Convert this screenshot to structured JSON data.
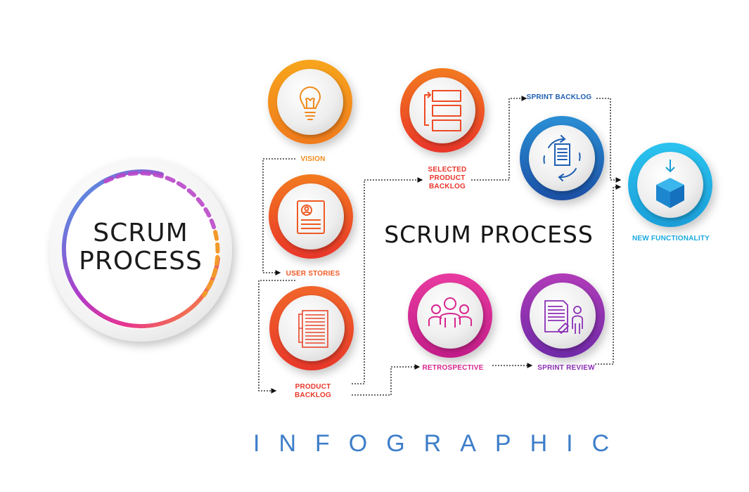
{
  "hero": {
    "title_line1": "SCRUM",
    "title_line2": "PROCESS"
  },
  "center_title": "SCRUM PROCESS",
  "steps": {
    "vision": "VISION",
    "user_stories": "USER STORIES",
    "product_backlog_1": "PRODUCT",
    "product_backlog_2": "BACKLOG",
    "selected_1": "SELECTED",
    "selected_2": "PRODUCT",
    "selected_3": "BACKLOG",
    "sprint_backlog": "SPRINT BACKLOG",
    "new_functionality": "NEW FUNCTIONALITY",
    "retrospective": "RETROSPECTIVE",
    "sprint_review": "SPRINT REVIEW"
  },
  "footer": "INFOGRAPHIC",
  "icons": {
    "vision": "lightbulb-icon",
    "user_stories": "user-profile-document-icon",
    "product_backlog": "list-document-icon",
    "selected_product_backlog": "stacked-blocks-icon",
    "sprint_backlog": "document-cycle-icon",
    "new_functionality": "box-download-icon",
    "retrospective": "team-icon",
    "sprint_review": "review-document-person-icon"
  },
  "colors": {
    "orange": "#f08a1c",
    "red_orange": "#ef4a24",
    "magenta": "#d8268f",
    "purple": "#8a2fb5",
    "blue": "#1f5fb0",
    "cyan": "#1aa9e0",
    "footer_blue": "#3d7ec9"
  }
}
